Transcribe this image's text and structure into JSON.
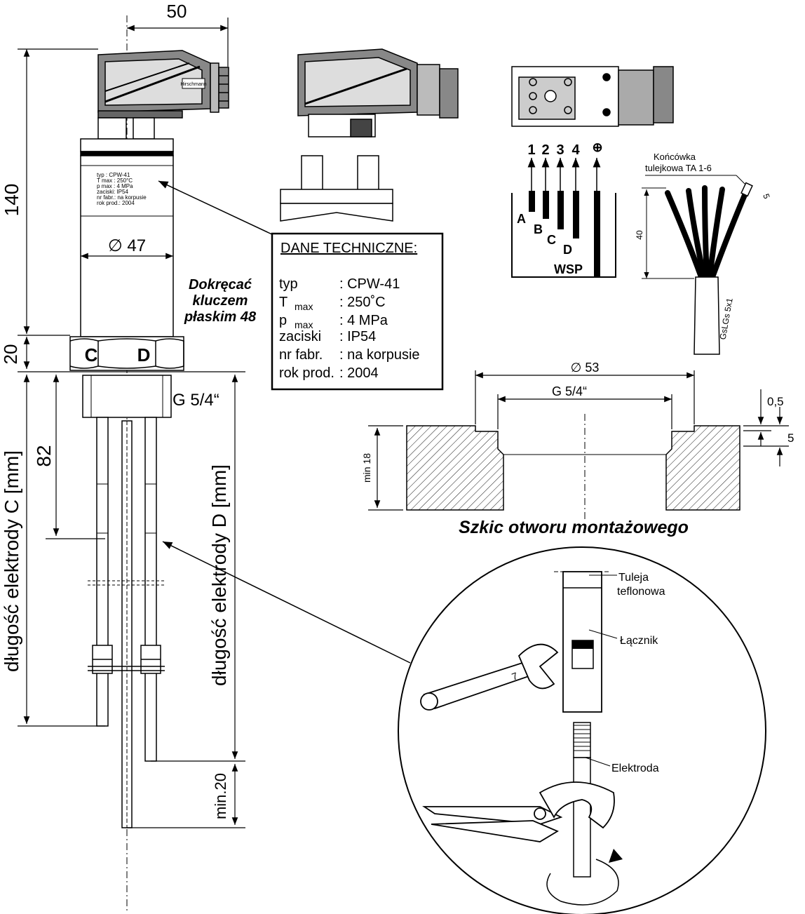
{
  "dimensions": {
    "top_width": "50",
    "height_140": "140",
    "height_20": "20",
    "diameter_47": "∅ 47",
    "length_82": "82",
    "min_20": "min.20",
    "label_c_length": "długość elektrody C [mm]",
    "label_d_length": "długość elektrody D [mm]",
    "thread": "G",
    "thread_fraction": "5/4“"
  },
  "nut": {
    "left_letter": "C",
    "right_letter": "D"
  },
  "tightening_note": {
    "line1": "Dokręcać",
    "line2": "kluczem",
    "line3": "płaskim 48"
  },
  "label_plate": {
    "lines": [
      "typ    : CPW-41",
      "T max  : 250°C",
      "p max  : 4 MPa",
      "zaciski: IP54",
      "nr fabr.: na korpusie",
      "rok prod.: 2004"
    ],
    "brand": "Hirschmann"
  },
  "tech_data": {
    "title": "DANE TECHNICZNE:",
    "rows": [
      {
        "key": "typ",
        "sub": "",
        "value": ": CPW-41"
      },
      {
        "key": "T",
        "sub": "max",
        "value": ": 250˚C"
      },
      {
        "key": "p",
        "sub": "max",
        "value": ": 4 MPa"
      },
      {
        "key": "zaciski",
        "sub": "",
        "value": ": IP54"
      },
      {
        "key": "nr fabr.",
        "sub": "",
        "value": ": na korpusie"
      },
      {
        "key": "rok prod.",
        "sub": "",
        "value": ": 2004"
      }
    ]
  },
  "connector": {
    "pins": [
      "1",
      "2",
      "3",
      "4"
    ],
    "ground_symbol": "⊕",
    "electrodes": [
      "A",
      "B",
      "C",
      "D"
    ],
    "common": "WSP"
  },
  "cable": {
    "ferrule_label_1": "Końcówka",
    "ferrule_label_2": "tulejkowa TA 1-6",
    "dim_5": "5",
    "dim_40": "40",
    "cable_type": "GsLGs 5x1"
  },
  "mounting_hole": {
    "title": "Szkic otworu montażowego",
    "diameter": "∅ 53",
    "thread": "G",
    "thread_fraction": "5/4“",
    "dim_05": "0,5",
    "dim_5": "5",
    "min_18": "min 18"
  },
  "detail": {
    "label_sleeve_1": "Tuleja",
    "label_sleeve_2": "teflonowa",
    "label_connector": "Łącznik",
    "label_electrode": "Elektroda",
    "wrench_size": "7"
  }
}
